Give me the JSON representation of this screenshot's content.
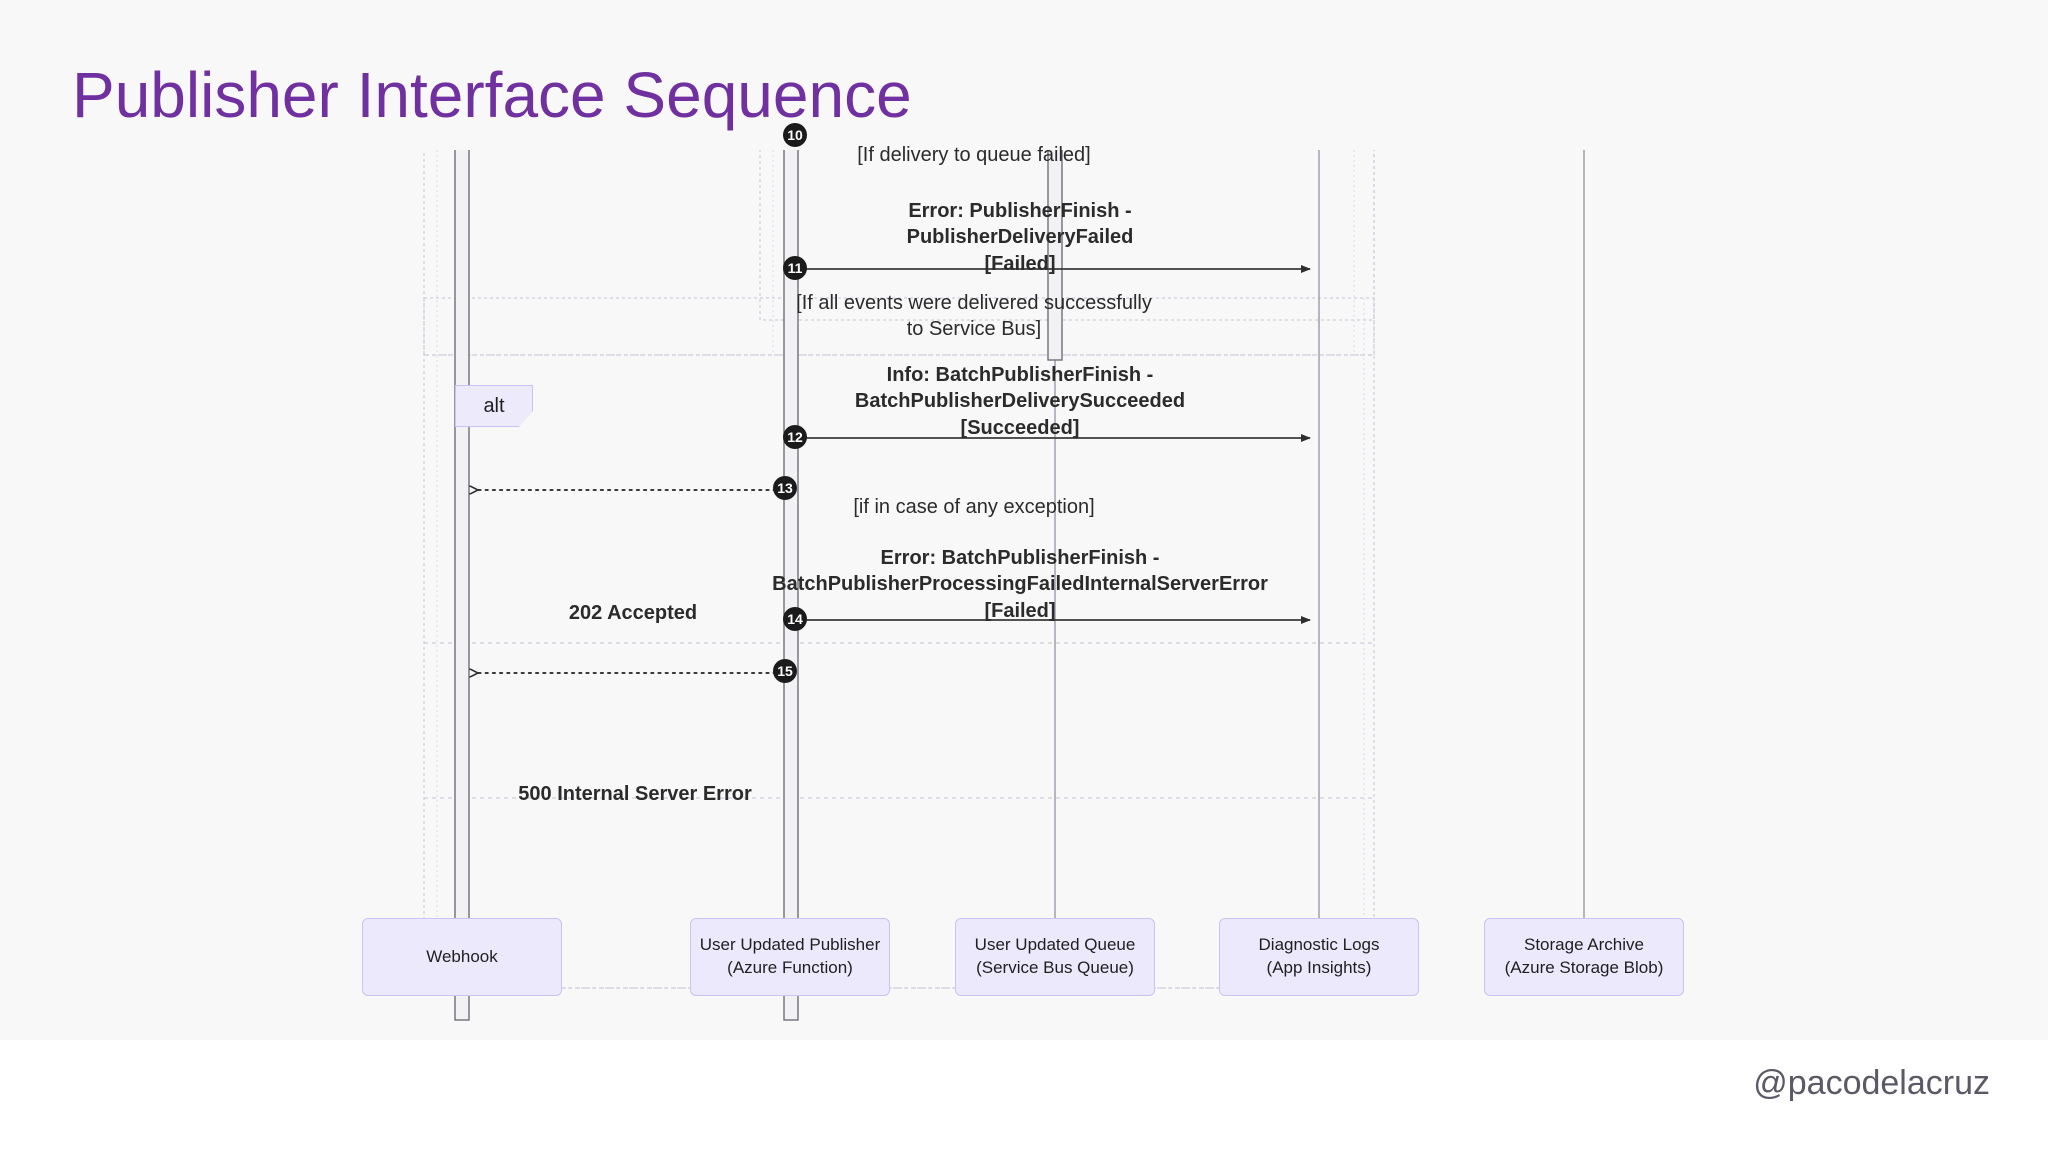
{
  "slide": {
    "title": "Publisher Interface Sequence",
    "background_color": "#f8f8f8",
    "title_color": "#7030a0"
  },
  "footer": {
    "handle": "@pacodelacruz"
  },
  "diagram": {
    "type": "sequence",
    "participants": [
      {
        "id": "webhook",
        "line1": "Webhook",
        "line2": ""
      },
      {
        "id": "publisher",
        "line1": "User Updated Publisher",
        "line2": "(Azure Function)"
      },
      {
        "id": "queue",
        "line1": "User Updated Queue",
        "line2": "(Service Bus Queue)"
      },
      {
        "id": "logs",
        "line1": "Diagnostic Logs",
        "line2": "(App Insights)"
      },
      {
        "id": "archive",
        "line1": "Storage Archive",
        "line2": "(Azure Storage Blob)"
      }
    ],
    "fragments": [
      {
        "id": "alt",
        "label": "alt"
      }
    ],
    "conditions": [
      {
        "id": "c1",
        "text": "[If delivery to queue failed]"
      },
      {
        "id": "c2",
        "text": "[If all events were delivered successfully\nto Service Bus]"
      },
      {
        "id": "c3",
        "text": "[if in case of any exception]"
      }
    ],
    "messages": [
      {
        "number": "10",
        "from": "publisher",
        "to": "logs",
        "kind": "sync",
        "label": "Error: PublisherFinish -\nPublisherDeliveryFailed\n[Failed]"
      },
      {
        "number": "11",
        "from": "publisher",
        "to": "logs",
        "kind": "sync",
        "label": ""
      },
      {
        "number": "12",
        "from": "publisher",
        "to": "logs",
        "kind": "sync",
        "label": "Info: BatchPublisherFinish -\nBatchPublisherDeliverySucceeded\n[Succeeded]"
      },
      {
        "number": "13",
        "from": "publisher",
        "to": "webhook",
        "kind": "return",
        "label": "202 Accepted"
      },
      {
        "number": "14",
        "from": "publisher",
        "to": "logs",
        "kind": "sync",
        "label": "Error: BatchPublisherFinish -\nBatchPublisherProcessingFailedInternalServerError\n[Failed]"
      },
      {
        "number": "15",
        "from": "publisher",
        "to": "webhook",
        "kind": "return",
        "label": "500 Internal Server Error"
      }
    ],
    "colors": {
      "participant_fill": "#ebe9fb",
      "participant_border": "#c9c4ef",
      "marker_fill": "#1b1b1b",
      "marker_text": "#ffffff",
      "line": "#4a4a4a"
    }
  }
}
